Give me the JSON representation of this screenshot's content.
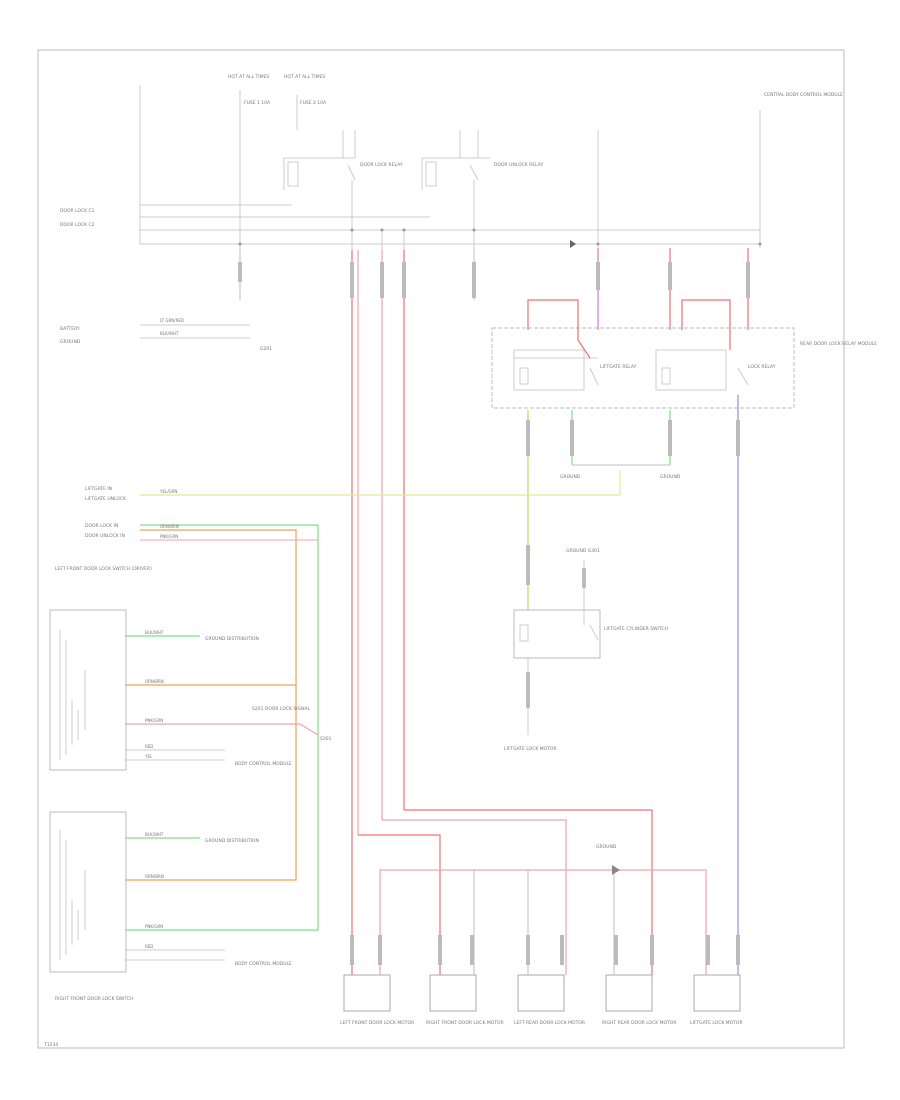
{
  "labels": {
    "fuse_a": "HOT AT ALL TIMES",
    "fuse_a_id": "FUSE 1 10A",
    "fuse_b": "HOT AT ALL TIMES",
    "fuse_b_id": "FUSE 2 10A",
    "relay_1": "DOOR LOCK RELAY",
    "relay_2": "DOOR UNLOCK RELAY",
    "central_module": "CENTRAL BODY CONTROL MODULE",
    "module_c1": "DOOR LOCK C1",
    "module_c2": "DOOR LOCK C2",
    "battery_row": "BATTERY",
    "ground_row": "GROUND",
    "battery_wire": "LT GRN/RED",
    "ground_wire": "BLK/WHT",
    "ground_ref": "G201",
    "rear_module": "REAR DOOR LOCK RELAY MODULE",
    "liftgate_relay": "LIFTGATE RELAY",
    "lock_relay": "LOCK RELAY",
    "liftgate_ground": "GROUND",
    "rear_ground": "GROUND",
    "liftgate_in": "LIFTGATE IN",
    "liftgate_in_2": "LIFTGATE UNLOCK",
    "yellow_wire": "YEL/GRN",
    "door_lock_in": "DOOR LOCK IN",
    "door_unlock_in": "DOOR UNLOCK IN",
    "lock_wire": "ORN/BRN",
    "unlock_wire": "PNK/GRN",
    "lf_switch": "LEFT FRONT DOOR LOCK SWITCH (DRIVER)",
    "rf_switch": "RIGHT FRONT DOOR LOCK SWITCH",
    "lf_pin_1": "BLK/WHT",
    "lf_pin_2": "ORN/BRN",
    "lf_pin_3": "PNK/GRN",
    "lf_pin_4": "RED",
    "lf_pin_5": "YEL",
    "rf_pin_1": "BLK/WHT",
    "rf_pin_2": "ORN/BRN",
    "rf_pin_3": "PNK/GRN",
    "rf_pin_4": "RED",
    "lf_gnd": "GROUND DISTRIBUTION",
    "rf_gnd": "GROUND DISTRIBUTION",
    "lf_module": "BODY CONTROL MODULE",
    "rf_module": "BODY CONTROL MODULE",
    "lf_splice": "S201 DOOR LOCK SIGNAL",
    "liftgate_switch": "LIFTGATE CYLINDER SWITCH",
    "liftgate_top": "GROUND G301",
    "liftgate_bottom": "LIFTGATE LOCK MOTOR",
    "splice_near_right": "S301",
    "motors_ground": "GROUND",
    "motor_1": "LEFT FRONT DOOR LOCK MOTOR",
    "motor_2": "RIGHT FRONT DOOR LOCK MOTOR",
    "motor_3": "LEFT REAR DOOR LOCK MOTOR",
    "motor_4": "RIGHT REAR DOOR LOCK MOTOR",
    "motor_5": "LIFTGATE LOCK MOTOR",
    "corner_code": "T1234"
  },
  "colors": {
    "border": "#bbbbbb",
    "wire_grey": "#cccccc",
    "wire_red": "#f07070",
    "wire_pink": "#f5a0b0",
    "wire_orange": "#f5a050",
    "wire_green": "#80e080",
    "wire_yellowgreen": "#b5e060",
    "wire_yellow": "#e8e890",
    "wire_blue": "#9090e8",
    "wire_magenta": "#e070e0",
    "component": "#b0b0b0",
    "text": "#888888"
  }
}
